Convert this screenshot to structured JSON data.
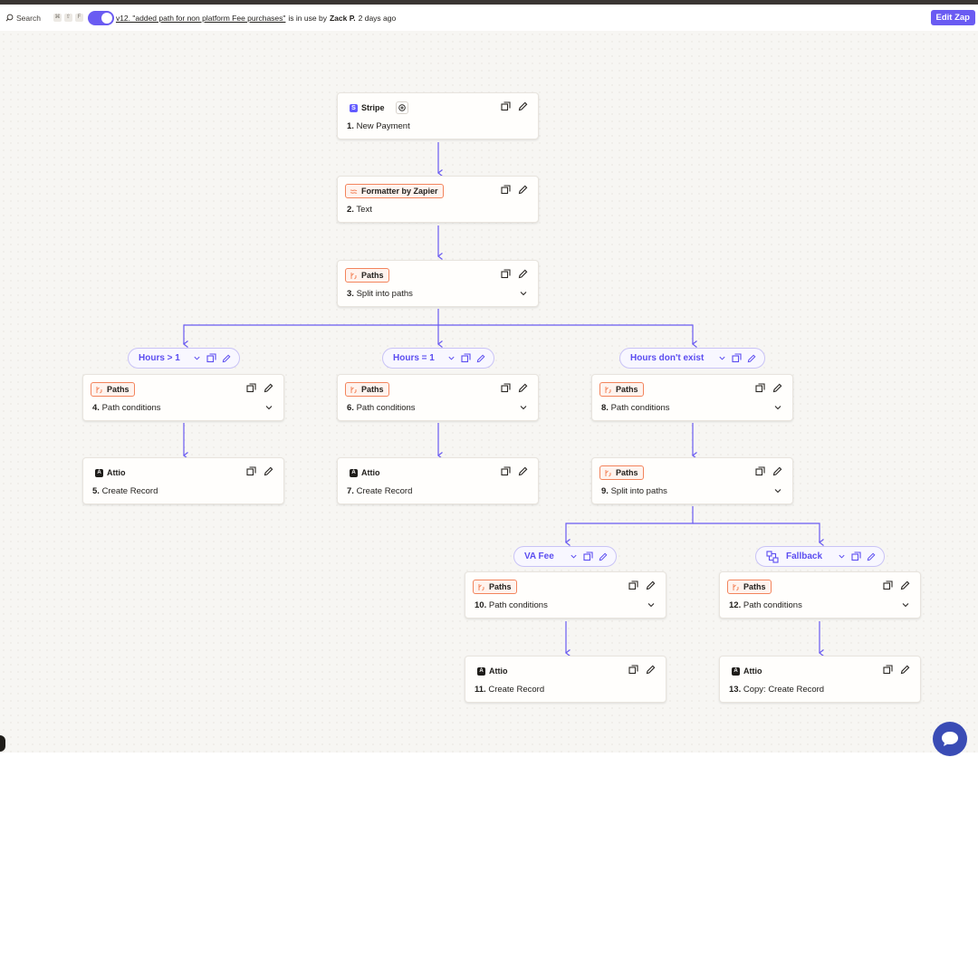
{
  "toolbar": {
    "search_label": "Search",
    "shortcut_keys": [
      "⌘",
      "⇧",
      "F"
    ],
    "version_link": "v12. \"added path for non platform Fee purchases\"",
    "status_middle": "is in use by",
    "status_user": "Zack P.",
    "status_ago": "2 days ago",
    "edit_button": "Edit Zap"
  },
  "steps": [
    {
      "app": "Stripe",
      "num": "1.",
      "name": "New Payment",
      "icon": "stripe-icon"
    },
    {
      "app": "Formatter by Zapier",
      "num": "2.",
      "name": "Text",
      "icon": "formatter-icon"
    },
    {
      "app": "Paths",
      "num": "3.",
      "name": "Split into paths",
      "icon": "paths-icon"
    },
    {
      "app": "Paths",
      "num": "4.",
      "name": "Path conditions",
      "icon": "paths-icon"
    },
    {
      "app": "Attio",
      "num": "5.",
      "name": "Create Record",
      "icon": "attio-icon"
    },
    {
      "app": "Paths",
      "num": "6.",
      "name": "Path conditions",
      "icon": "paths-icon"
    },
    {
      "app": "Attio",
      "num": "7.",
      "name": "Create Record",
      "icon": "attio-icon"
    },
    {
      "app": "Paths",
      "num": "8.",
      "name": "Path conditions",
      "icon": "paths-icon"
    },
    {
      "app": "Paths",
      "num": "9.",
      "name": "Split into paths",
      "icon": "paths-icon"
    },
    {
      "app": "Paths",
      "num": "10.",
      "name": "Path conditions",
      "icon": "paths-icon"
    },
    {
      "app": "Attio",
      "num": "11.",
      "name": "Create Record",
      "icon": "attio-icon"
    },
    {
      "app": "Paths",
      "num": "12.",
      "name": "Path conditions",
      "icon": "paths-icon"
    },
    {
      "app": "Attio",
      "num": "13.",
      "name": "Copy: Create Record",
      "icon": "attio-icon"
    }
  ],
  "paths": [
    {
      "label": "Hours > 1"
    },
    {
      "label": "Hours = 1"
    },
    {
      "label": "Hours don't exist"
    },
    {
      "label": "VA Fee"
    },
    {
      "label": "Fallback"
    }
  ],
  "colors": {
    "accent": "#6a5bf2",
    "paths_orange": "#f3845c",
    "connector": "#6a5bf2"
  }
}
